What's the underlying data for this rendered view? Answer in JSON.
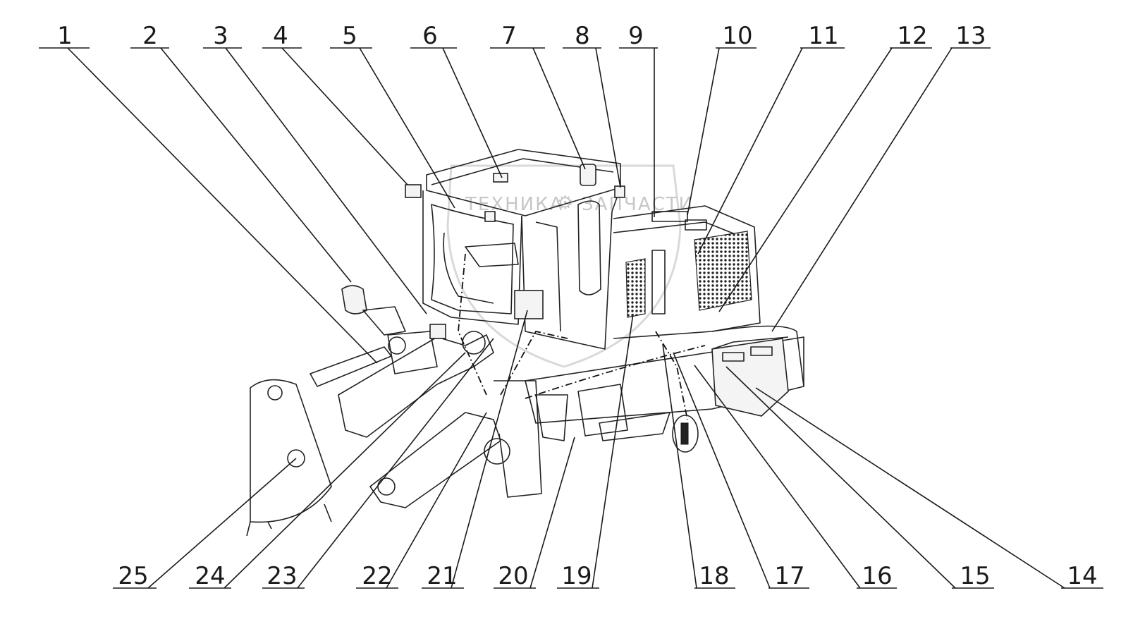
{
  "watermark": {
    "left_text": "ТЕХНИКА",
    "right_text": "ЗАПЧАСТИ"
  },
  "callouts": [
    "1",
    "2",
    "3",
    "4",
    "5",
    "6",
    "7",
    "8",
    "9",
    "10",
    "11",
    "12",
    "13",
    "14",
    "15",
    "16",
    "17",
    "18",
    "19",
    "20",
    "21",
    "22",
    "23",
    "24",
    "25"
  ]
}
